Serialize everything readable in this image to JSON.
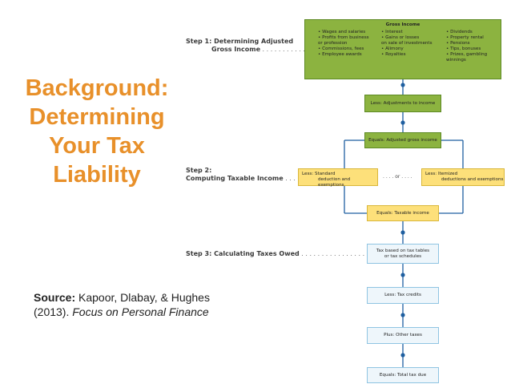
{
  "slide": {
    "title_lines": [
      "Background:",
      "Determining",
      "Your Tax",
      "Liability"
    ],
    "source_label": "Source:",
    "source_authors": " Kapoor, Dlabay, & Hughes",
    "source_year": "(2013). ",
    "source_book": "Focus on Personal Finance"
  },
  "diagram": {
    "step1_line1": "Step 1: Determining Adjusted",
    "step1_line2": "Gross Income",
    "step2_line1": "Step 2:",
    "step2_line2": "Computing Taxable Income",
    "step3": "Step 3: Calculating Taxes Owed",
    "gross_income_title": "Gross Income",
    "gross_income_col1": [
      "• Wages and salaries",
      "• Profits from business",
      "   or profession",
      "• Commissions, fees",
      "• Employee awards"
    ],
    "gross_income_col2": [
      "• Interest",
      "• Gains or losses",
      "   on sale of investments",
      "• Alimony",
      "• Royalties"
    ],
    "gross_income_col3": [
      "• Dividends",
      "• Property rental",
      "• Pensions",
      "• Tips, bonuses",
      "• Prizes, gambling",
      "   winnings"
    ],
    "adjustments": "Less: Adjustments to income",
    "agi": "Equals: Adjusted gross income",
    "standard_line1": "Less: Standard",
    "standard_line2": "deduction and exemptions",
    "or_text": ". . . . or . . . .",
    "itemized_line1": "Less: Itemized",
    "itemized_line2": "deductions and exemptions",
    "taxable_income": "Equals: Taxable income",
    "tax_based_line1": "Tax based on tax tables",
    "tax_based_line2": "or tax schedules",
    "tax_credits": "Less: Tax credits",
    "other_taxes": "Plus: Other taxes",
    "total_tax": "Equals: Total tax due"
  }
}
